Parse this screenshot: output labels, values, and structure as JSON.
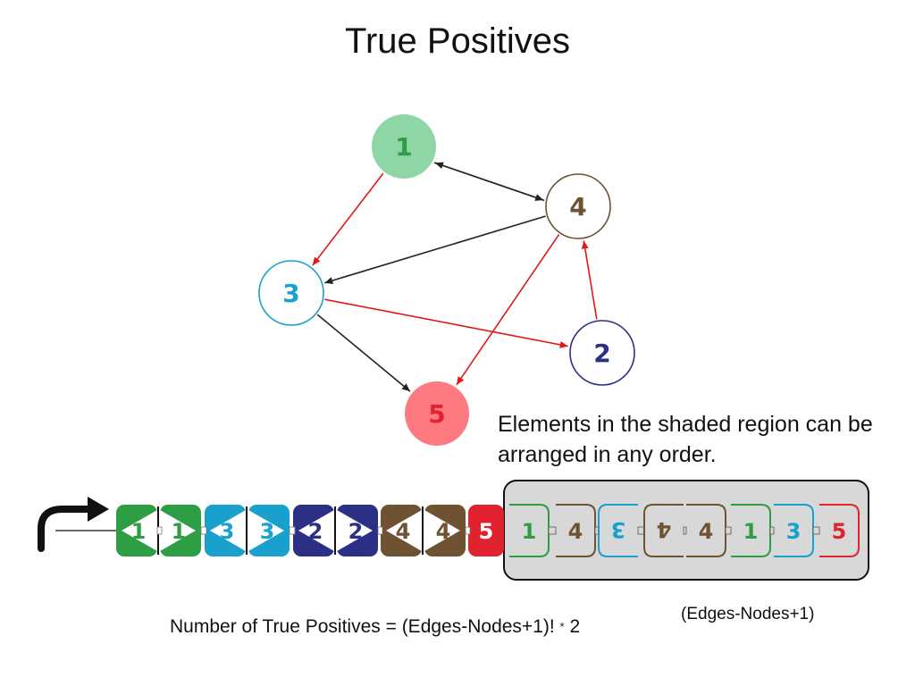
{
  "title": "True Positives",
  "note": "Elements in the shaded region can be arranged in any order.",
  "formula": {
    "lhs": "Number of True Positives = (Edges-Nodes+1)!",
    "mul": "*",
    "base": "2",
    "exponent": "(Edges-Nodes+1)"
  },
  "colors": {
    "n1": "#2e9e45",
    "n1_fill": "#8fd6a6",
    "n2": "#2b2f86",
    "n3": "#1aa0cd",
    "n4": "#6e5232",
    "n5": "#e1232f",
    "n5_fill": "#fd7a80",
    "red_edge": "#e01818",
    "black_edge": "#222222",
    "shade": "#d8d8d8"
  },
  "graph": {
    "nodes": [
      {
        "id": "1",
        "label": "1",
        "color": "n1",
        "filled": true
      },
      {
        "id": "2",
        "label": "2",
        "color": "n2",
        "filled": false
      },
      {
        "id": "3",
        "label": "3",
        "color": "n3",
        "filled": false
      },
      {
        "id": "4",
        "label": "4",
        "color": "n4",
        "filled": false
      },
      {
        "id": "5",
        "label": "5",
        "color": "n5",
        "filled": true
      }
    ],
    "edges": [
      {
        "from": "1",
        "to": "3",
        "color": "red"
      },
      {
        "from": "1",
        "to": "4",
        "color": "black"
      },
      {
        "from": "4",
        "to": "1",
        "color": "black"
      },
      {
        "from": "4",
        "to": "3",
        "color": "black"
      },
      {
        "from": "4",
        "to": "5",
        "color": "red"
      },
      {
        "from": "3",
        "to": "2",
        "color": "red"
      },
      {
        "from": "3",
        "to": "5",
        "color": "black"
      },
      {
        "from": "2",
        "to": "4",
        "color": "red"
      }
    ]
  },
  "sequence": {
    "fixed": [
      {
        "label": "1",
        "color": "n1"
      },
      {
        "label": "1",
        "color": "n1"
      },
      {
        "label": "3",
        "color": "n3"
      },
      {
        "label": "3",
        "color": "n3"
      },
      {
        "label": "2",
        "color": "n2"
      },
      {
        "label": "2",
        "color": "n2"
      },
      {
        "label": "4",
        "color": "n4"
      },
      {
        "label": "4",
        "color": "n4"
      },
      {
        "label": "5",
        "color": "n5"
      }
    ],
    "shaded": [
      {
        "label": "1",
        "color": "n1",
        "flipped": false
      },
      {
        "label": "4",
        "color": "n4",
        "flipped": false
      },
      {
        "label": "3",
        "color": "n3",
        "flipped": true
      },
      {
        "label": "4",
        "color": "n4",
        "flipped": true
      },
      {
        "label": "4",
        "color": "n4",
        "flipped": false
      },
      {
        "label": "1",
        "color": "n1",
        "flipped": false
      },
      {
        "label": "3",
        "color": "n3",
        "flipped": false
      },
      {
        "label": "5",
        "color": "n5",
        "flipped": false
      }
    ]
  }
}
